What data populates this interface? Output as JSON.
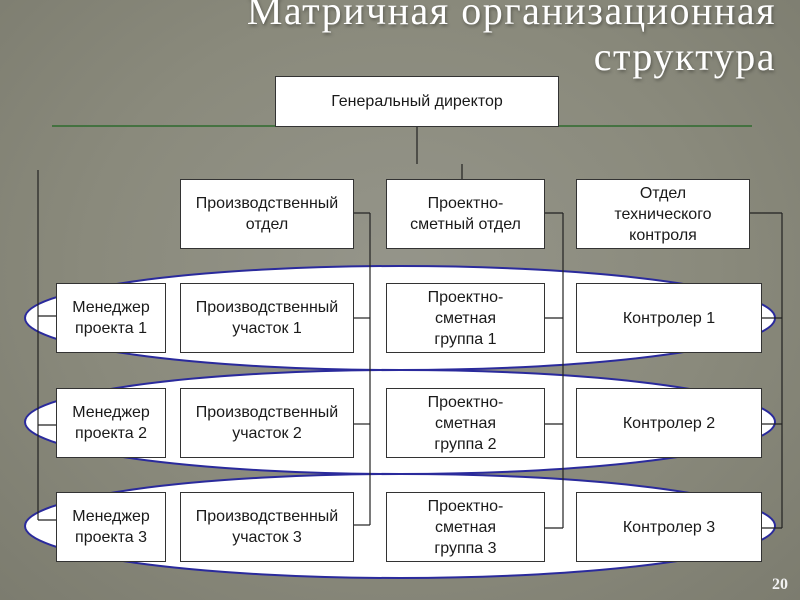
{
  "slide": {
    "title_line1": "Матричная организационная",
    "title_line2": "структура",
    "page_number": "20"
  },
  "org_chart": {
    "ceo": "Генеральный директор",
    "departments": [
      "Производственный отдел",
      "Проектно-\nсметный отдел",
      "Отдел\nтехнического\nконтроля"
    ],
    "projects": [
      {
        "manager": "Менеджер\nпроекта 1",
        "production": "Производственный\nучасток 1",
        "design": "Проектно-\nсметная\nгруппа 1",
        "control": "Контролер 1"
      },
      {
        "manager": "Менеджер\nпроекта 2",
        "production": "Производственный\nучасток 2",
        "design": "Проектно-\nсметная\nгруппа 2",
        "control": "Контролер 2"
      },
      {
        "manager": "Менеджер\nпроекта 3",
        "production": "Производственный\nучасток 3",
        "design": "Проектно-\nсметная\nгруппа 3",
        "control": "Контролер 3"
      }
    ],
    "colors": {
      "ellipse_fill": "#ffffff",
      "ellipse_outline": "#2a2a9c",
      "ceo_line": "#2e6b2e",
      "connector": "#222222"
    }
  }
}
